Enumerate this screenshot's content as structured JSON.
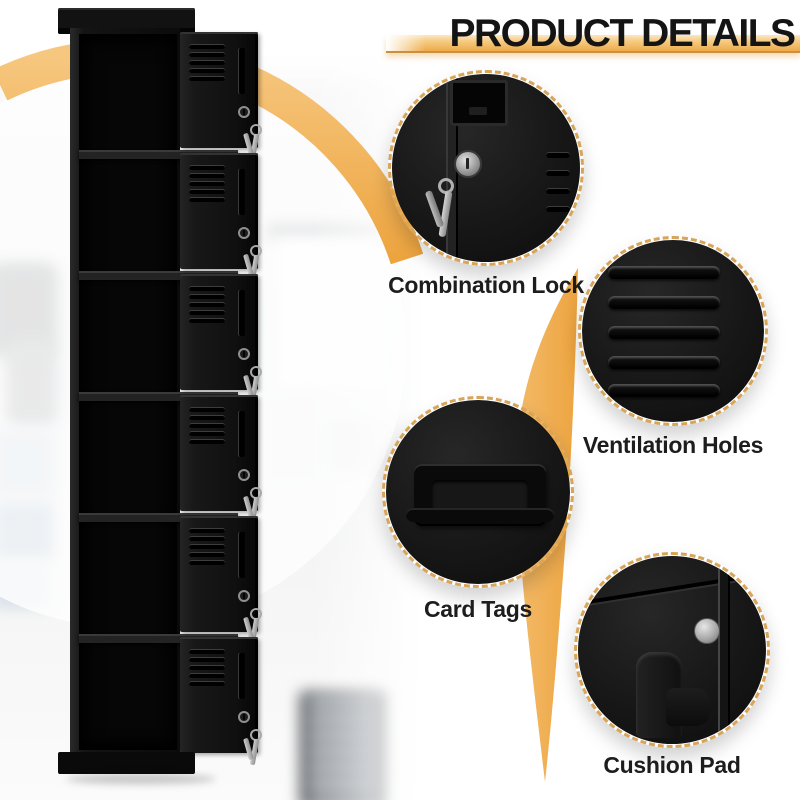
{
  "header": {
    "title": "PRODUCT DETAILS"
  },
  "locker": {
    "compartments": 6
  },
  "features": [
    {
      "label": "Combination Lock",
      "icon": "lock-and-keys-icon"
    },
    {
      "label": "Ventilation Holes",
      "icon": "louver-vents-icon"
    },
    {
      "label": "Card Tags",
      "icon": "card-tag-slot-icon"
    },
    {
      "label": "Cushion Pad",
      "icon": "cushion-pad-icon"
    }
  ],
  "colors": {
    "accent_gold": "#EFAC4E",
    "accent_gold_light": "#F6C77F",
    "accent_gold_dark": "#C9913F",
    "dash_gold": "#D8A458",
    "locker_black": "#111111",
    "label_text": "#1D1D1D",
    "background": "#FFFFFF"
  }
}
